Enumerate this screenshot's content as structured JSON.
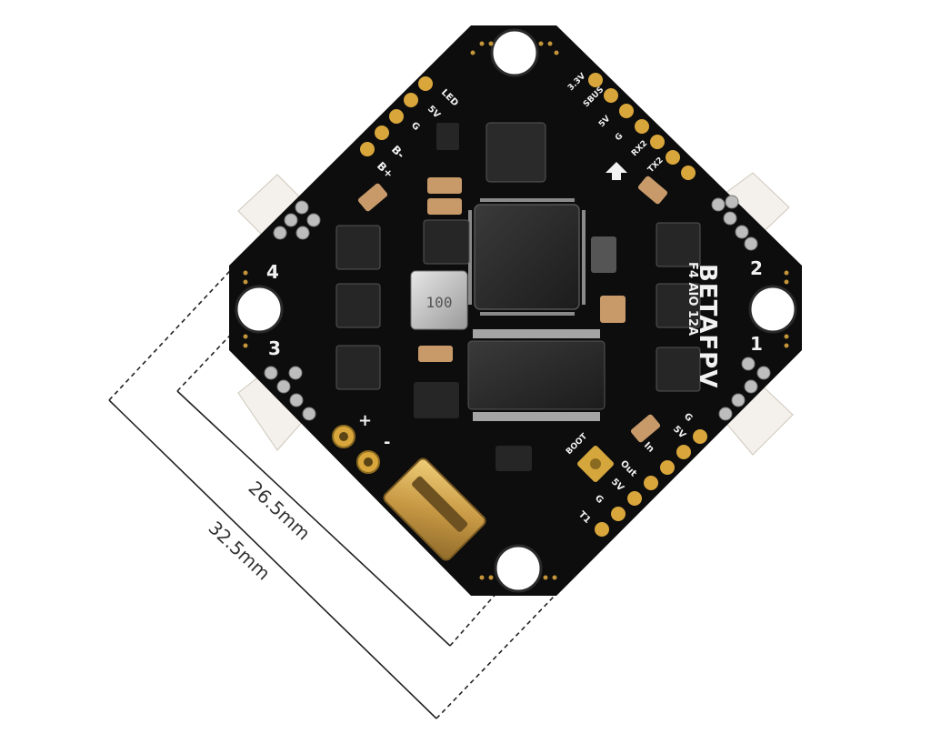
{
  "board": {
    "brand": "BETAFPV",
    "model": "F4 AIO 12A",
    "motor_labels": [
      "1",
      "2",
      "3",
      "4"
    ],
    "pad_labels_left": [
      "LED",
      "5V",
      "G",
      "B-",
      "B+"
    ],
    "pad_labels_right": [
      "3.3V",
      "SBUS",
      "5V",
      "G",
      "RX2",
      "TX2"
    ],
    "pad_labels_bottom": [
      "5V",
      "G",
      "In",
      "Out",
      "5V",
      "G",
      "T1"
    ],
    "power_labels": [
      "+",
      "-"
    ],
    "boot_label": "BOOT",
    "colors": {
      "pcb": "#0d0d0d",
      "pad_gold": "#d9a63c",
      "silk": "#f2f2f2",
      "usb_gold": "#c99a45"
    }
  },
  "dimensions": {
    "inner": "26.5mm",
    "outer": "32.5mm"
  }
}
